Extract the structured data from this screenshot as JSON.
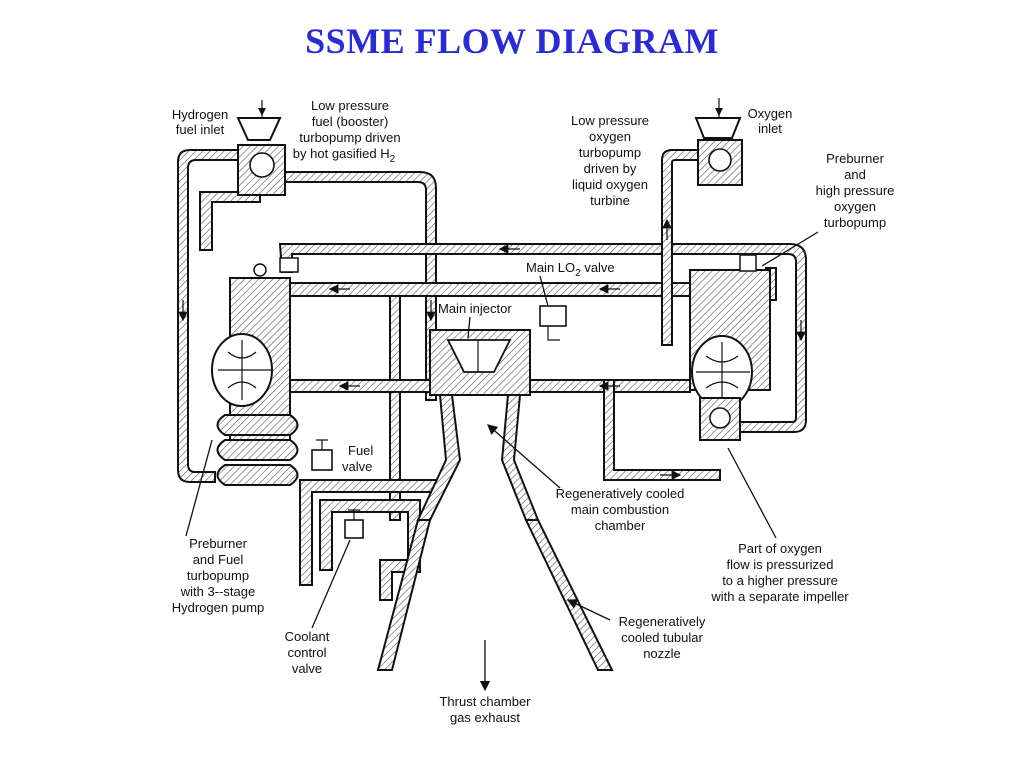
{
  "title": "SSME FLOW DIAGRAM",
  "colors": {
    "title": "#2b2bd6",
    "ink": "#111111",
    "background": "#ffffff"
  },
  "labels": {
    "hydrogen_inlet": [
      "Hydrogen",
      "fuel inlet"
    ],
    "lp_fuel_pump": [
      "Low pressure",
      "fuel (booster)",
      "turbopump driven",
      "by hot gasified H"
    ],
    "lp_fuel_pump_sub": "2",
    "lp_oxygen_pump": [
      "Low pressure",
      "oxygen",
      "turbopump",
      "driven by",
      "liquid oxygen",
      "turbine"
    ],
    "oxygen_inlet": [
      "Oxygen",
      "inlet"
    ],
    "preburner_hp_oxygen": [
      "Preburner",
      "and",
      "high pressure",
      "oxygen",
      "turbopump"
    ],
    "main_lo2_valve_pre": "Main LO",
    "main_lo2_valve_sub": "2",
    "main_lo2_valve_post": " valve",
    "main_injector": "Main injector",
    "fuel_valve": [
      "Fuel",
      "valve"
    ],
    "regen_chamber": [
      "Regeneratively cooled",
      "main combustion",
      "chamber"
    ],
    "oxygen_part": [
      "Part of oxygen",
      "flow is pressurized",
      "to a higher pressure",
      "with a separate impeller"
    ],
    "preburner_fuel": [
      "Preburner",
      "and Fuel",
      "turbopump",
      "with 3--stage",
      "Hydrogen pump"
    ],
    "coolant_valve": [
      "Coolant",
      "control",
      "valve"
    ],
    "regen_nozzle": [
      "Regeneratively",
      "cooled tubular",
      "nozzle"
    ],
    "thrust_exhaust": [
      "Thrust chamber",
      "gas exhaust"
    ]
  }
}
